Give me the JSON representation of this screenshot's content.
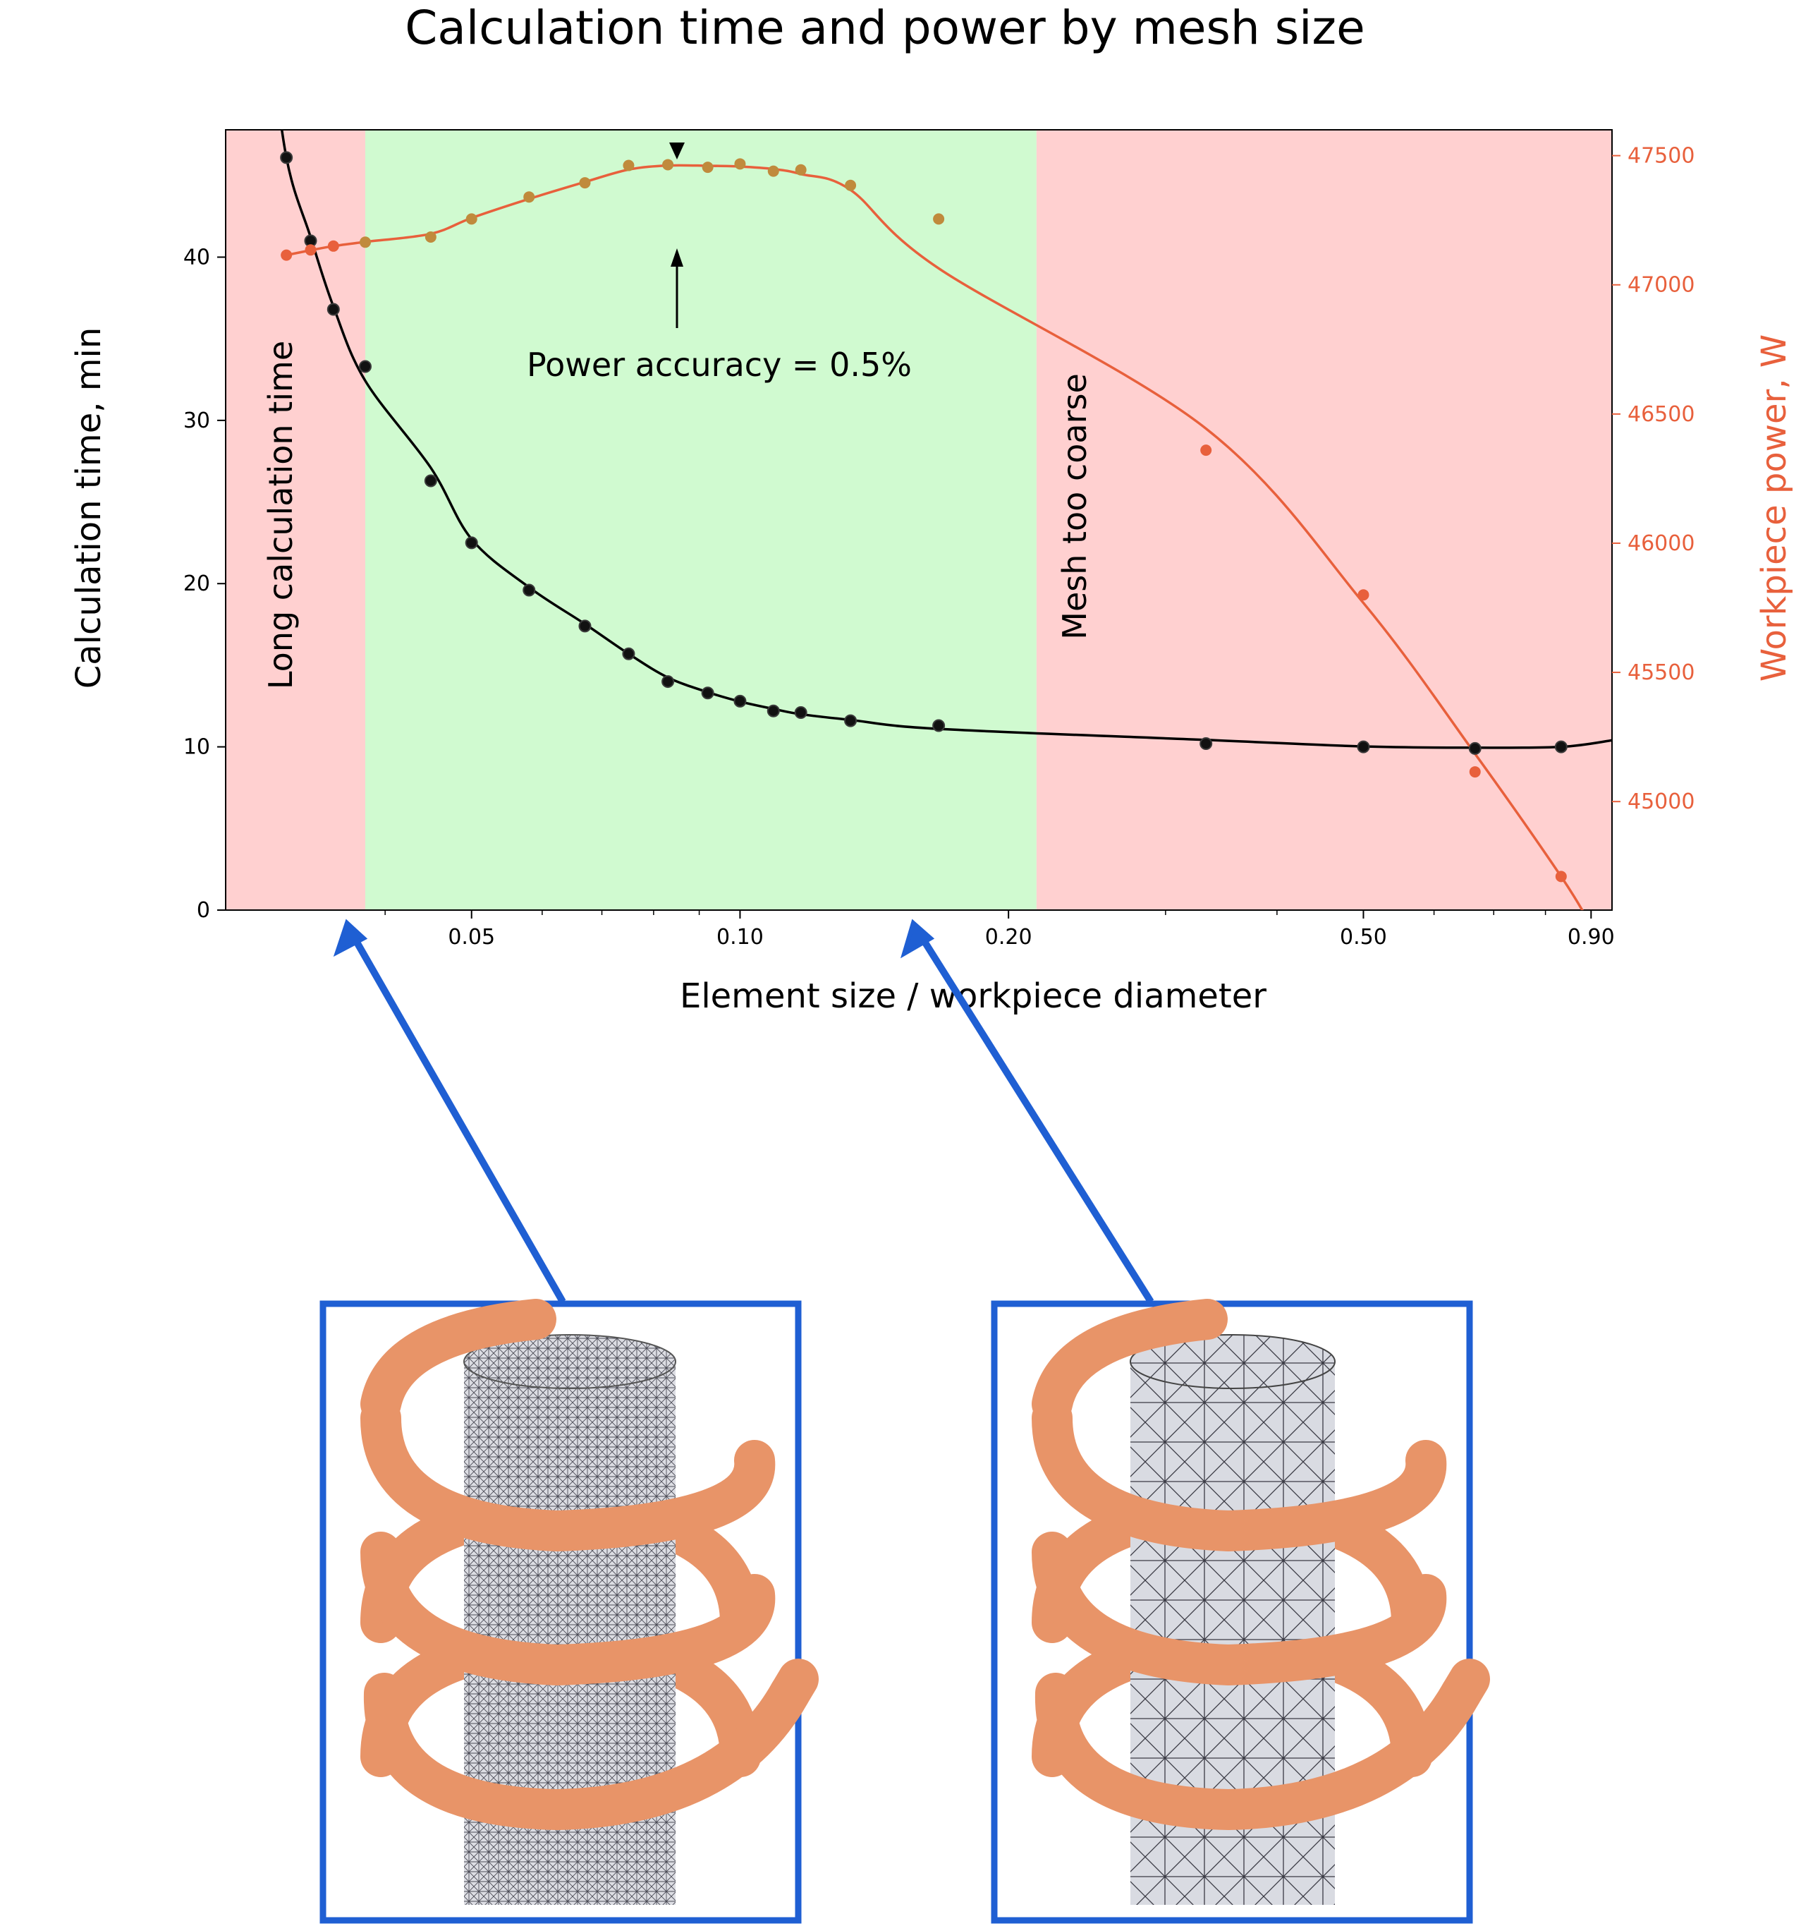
{
  "chart_data": {
    "type": "scatter",
    "title": "Calculation time and power by mesh size",
    "xlabel": "Element size / workpiece diameter",
    "ylabel": "Calculation time, min",
    "ylabel_right": "Workpiece power, W",
    "x_scale": "log",
    "xlim": [
      0.0265,
      0.95
    ],
    "ylim": [
      0,
      47.8
    ],
    "ylim_right": [
      44580,
      47600
    ],
    "x_ticks": [
      "0.05",
      "0.10",
      "0.20",
      "0.50",
      "0.90"
    ],
    "y_ticks": [
      "0",
      "10",
      "20",
      "30",
      "40"
    ],
    "y_ticks_right": [
      "45000",
      "45500",
      "46000",
      "46500",
      "47000",
      "47500"
    ],
    "regions": [
      {
        "label": "Long calculation time",
        "x_from": 0.0265,
        "x_to": 0.038,
        "color": "#ffd0d0"
      },
      {
        "label": "",
        "x_from": 0.038,
        "x_to": 0.215,
        "color": "#d0fad0"
      },
      {
        "label": "Mesh too coarse",
        "x_from": 0.215,
        "x_to": 0.95,
        "color": "#ffd0d0"
      }
    ],
    "annotations": [
      {
        "text": "Power accuracy = 0.5%",
        "x": 0.094
      }
    ],
    "series": [
      {
        "axis": "left",
        "color": "#000000",
        "x": [
          0.031,
          0.033,
          0.035,
          0.038,
          0.045,
          0.05,
          0.058,
          0.067,
          0.075,
          0.083,
          0.092,
          0.1,
          0.109,
          0.117,
          0.133,
          0.167,
          0.333,
          0.5,
          0.667,
          0.833
        ],
        "y": [
          46.1,
          41.0,
          36.8,
          33.3,
          26.3,
          22.5,
          19.6,
          17.4,
          15.7,
          14.0,
          13.3,
          12.8,
          12.2,
          12.1,
          11.6,
          11.3,
          10.2,
          10.0,
          9.9,
          10.0
        ]
      },
      {
        "axis": "right",
        "color": "#e8603c",
        "x": [
          0.031,
          0.033,
          0.035,
          0.038,
          0.045,
          0.05,
          0.058,
          0.067,
          0.075,
          0.083,
          0.092,
          0.1,
          0.109,
          0.117,
          0.133,
          0.167,
          0.333,
          0.5,
          0.667,
          0.833
        ],
        "y": [
          47115,
          47135,
          47150,
          47165,
          47185,
          47255,
          47340,
          47395,
          47462,
          47465,
          47455,
          47468,
          47440,
          47445,
          47385,
          47255,
          46360,
          45800,
          45115,
          44710
        ]
      }
    ],
    "fit_lines": [
      {
        "axis": "left",
        "color": "#000000"
      },
      {
        "axis": "right",
        "color": "#e8603c"
      }
    ]
  },
  "insets": [
    {
      "name": "fine-mesh",
      "label": ""
    },
    {
      "name": "coarse-mesh",
      "label": ""
    }
  ],
  "colors": {
    "red_region": "#ffd0d0",
    "green_region": "#d0fad0",
    "time_series": "#000000",
    "power_series": "#e8603c",
    "inset_border": "#1f5fd3",
    "coil": "#e89468",
    "workpiece": "#dcdde3"
  }
}
